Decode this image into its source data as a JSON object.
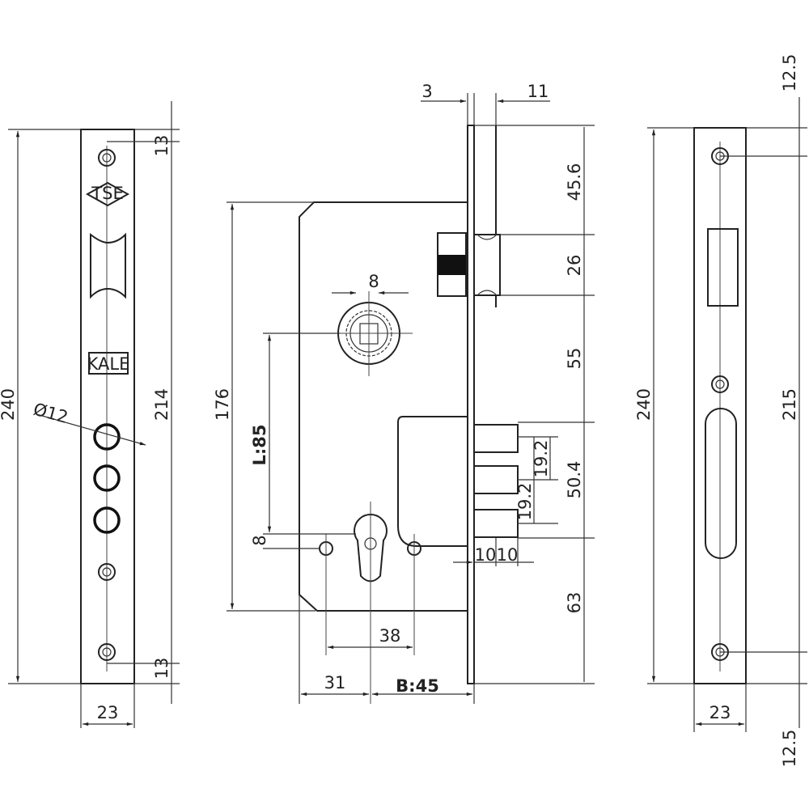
{
  "left_plate": {
    "logo_tse": "TSE",
    "logo_kale": "KALE",
    "dims": {
      "height": "240",
      "screw_span": "214",
      "top_offset": "13",
      "bottom_offset": "13",
      "width": "23",
      "hole_diameter": "Ø12"
    }
  },
  "lock_body": {
    "dims": {
      "faceplate_thickness": "3",
      "latch_projection": "11",
      "top_to_latch": "45.6",
      "latch_height": "26",
      "latch_to_bolt": "55",
      "bolt_height": "50.4",
      "bolt_to_bottom": "63",
      "bolt_pitch_1": "19.2",
      "bolt_pitch_2": "19.2",
      "bolt_throw_1": "10",
      "bolt_throw_2": "10",
      "case_height": "176",
      "spindle": "8",
      "center_distance": "L:85",
      "screw_offset": "8",
      "screw_spacing": "38",
      "case_offset": "31",
      "backset": "B:45"
    }
  },
  "right_plate": {
    "dims": {
      "height": "240",
      "screw_span": "215",
      "top_offset": "12.5",
      "bottom_offset": "12.5",
      "width": "23"
    }
  }
}
